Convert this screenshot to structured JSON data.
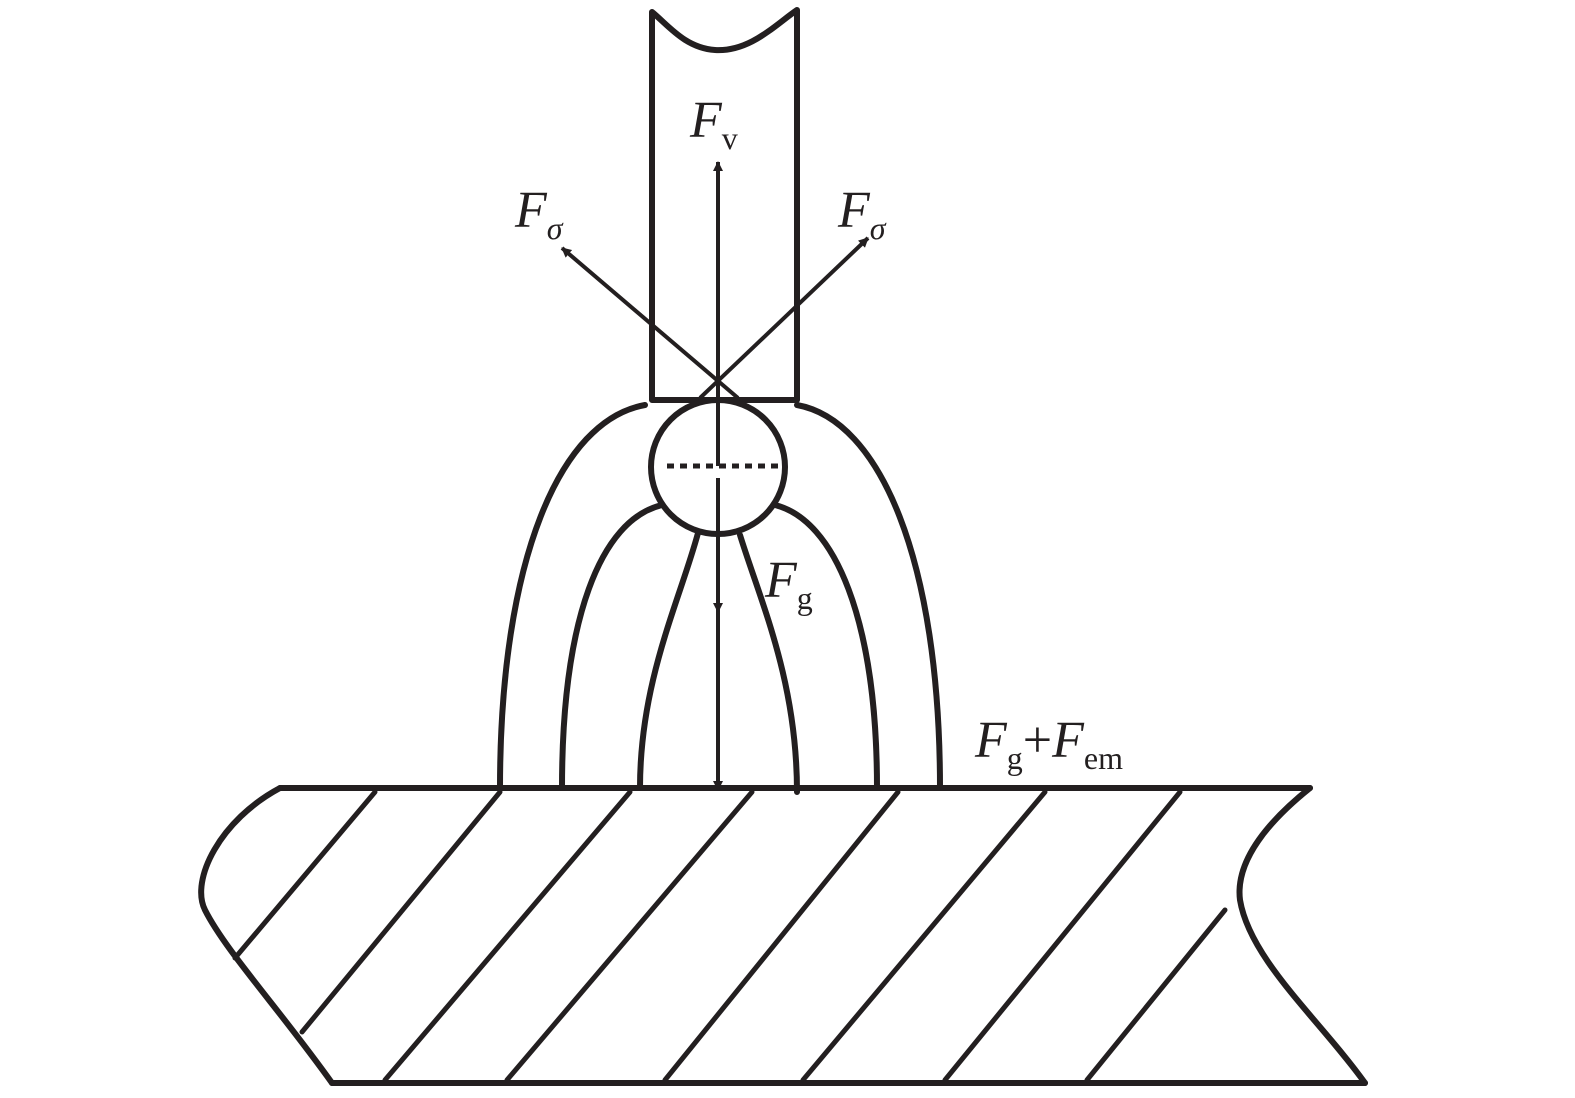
{
  "labels": {
    "fv": {
      "main": "F",
      "sub": "v"
    },
    "fsigma_left": {
      "main": "F",
      "sub": "σ"
    },
    "fsigma_right": {
      "main": "F",
      "sub": "σ"
    },
    "fg": {
      "main": "F",
      "sub": "g"
    },
    "fg_fem": {
      "main1": "F",
      "sub1": "g",
      "plus": "+",
      "main2": "F",
      "sub2": "em"
    }
  },
  "colors": {
    "stroke": "#231f20"
  }
}
